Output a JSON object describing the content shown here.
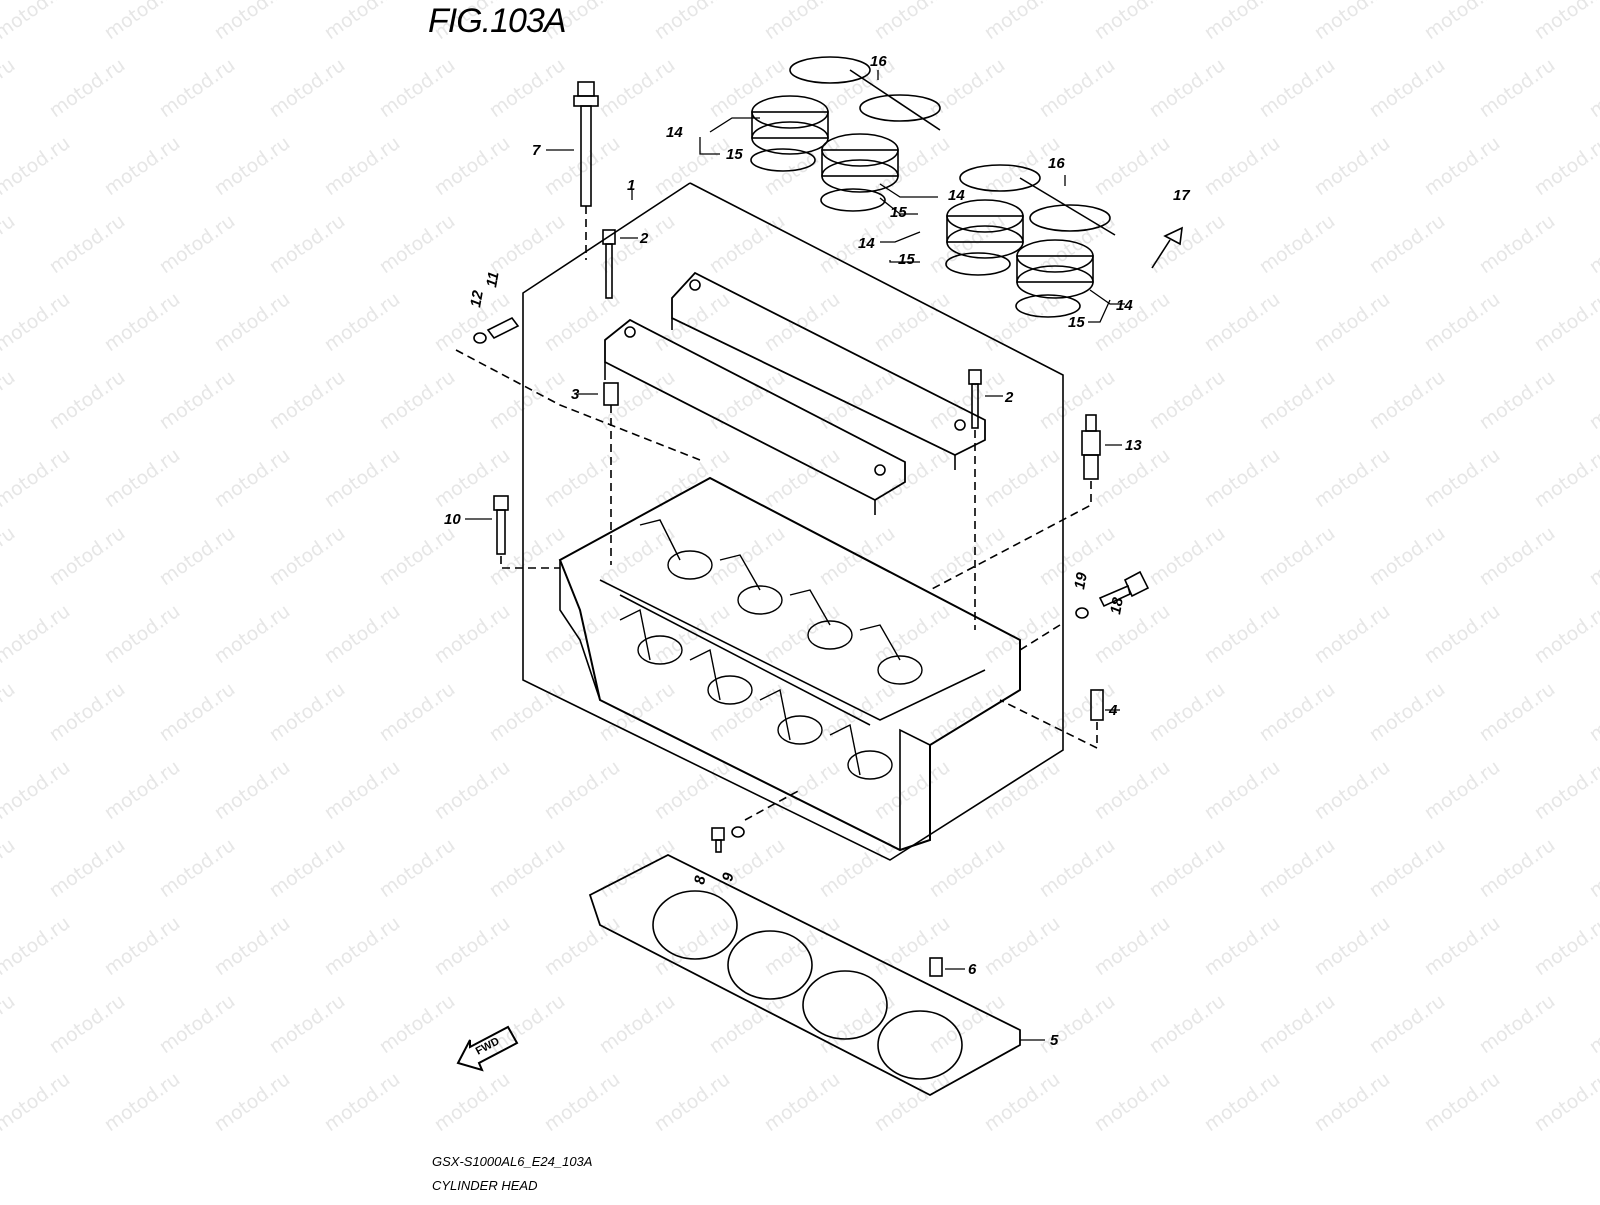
{
  "figure": {
    "title": "FIG.103A",
    "code": "GSX-S1000AL6_E24_103A",
    "name": "CYLINDER HEAD"
  },
  "watermark": "motod.ru",
  "direction_marker": "FWD",
  "callouts": [
    "1",
    "2",
    "2",
    "3",
    "4",
    "5",
    "6",
    "7",
    "8",
    "9",
    "10",
    "11",
    "12",
    "13",
    "14",
    "14",
    "14",
    "14",
    "15",
    "15",
    "15",
    "15",
    "16",
    "16",
    "17",
    "18",
    "19"
  ],
  "colors": {
    "line": "#000000",
    "watermark": "#e6e6e6",
    "background": "#ffffff"
  }
}
